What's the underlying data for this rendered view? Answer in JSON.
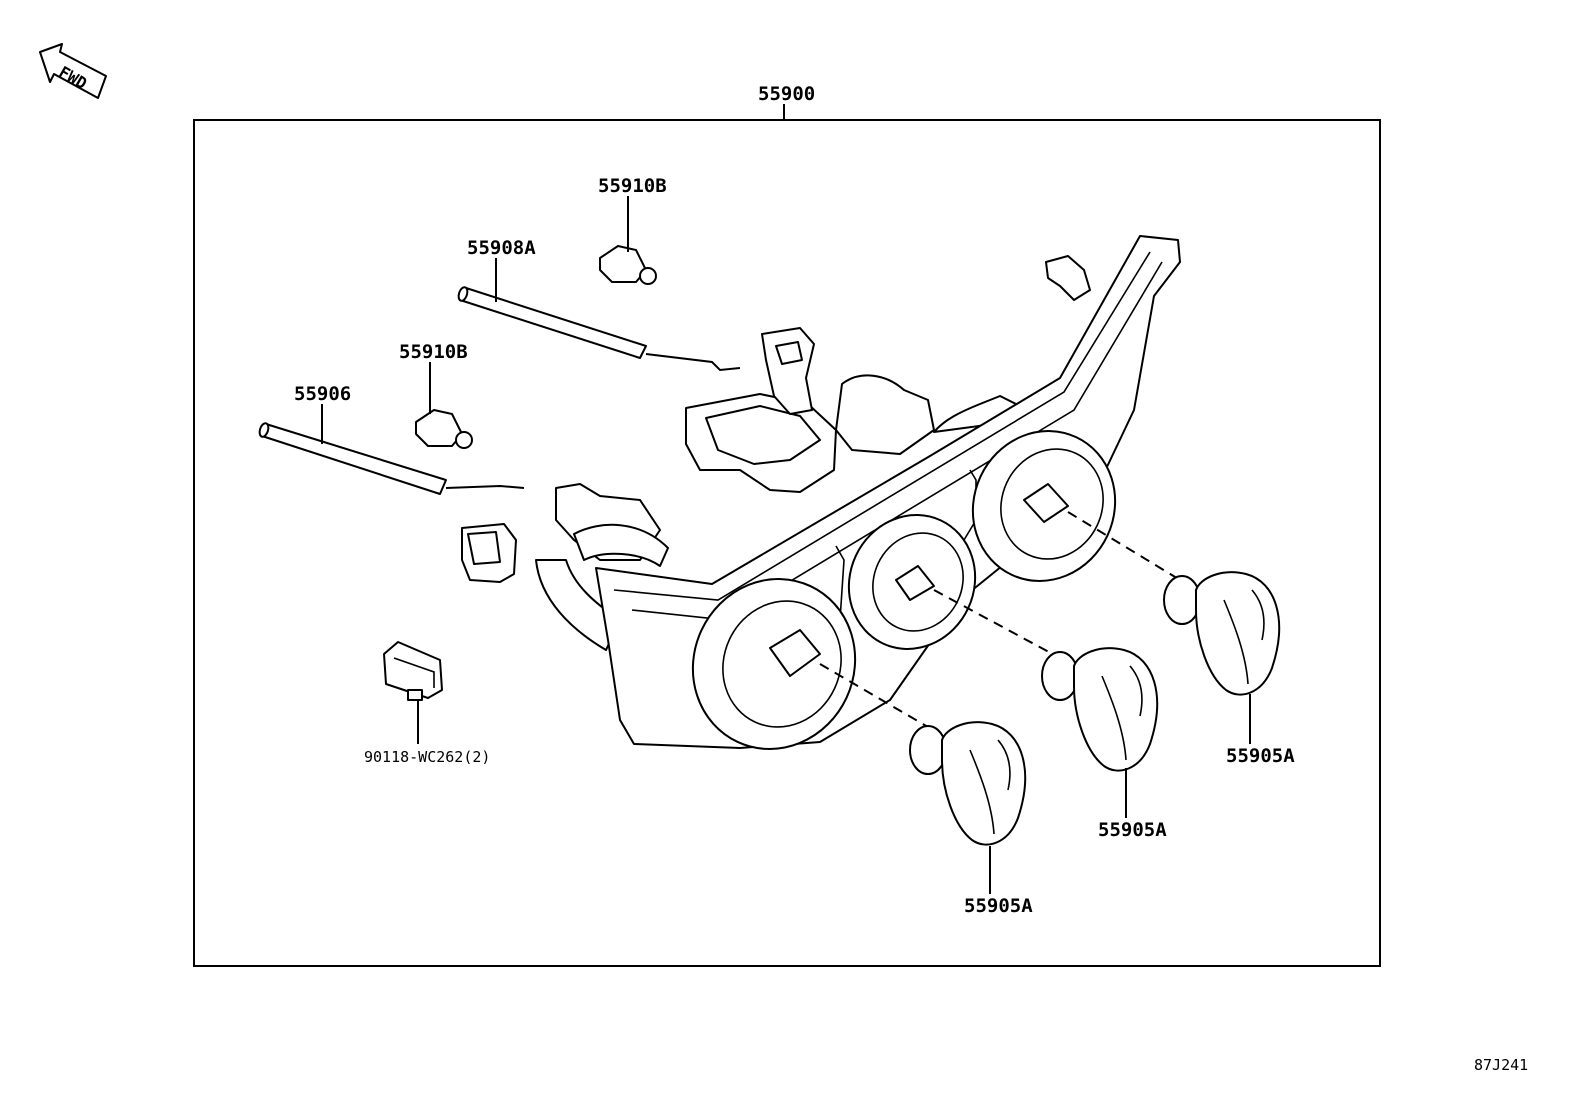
{
  "diagram": {
    "fwd_label": "FWD",
    "assembly_label": "55900",
    "figure_code": "87J241",
    "callouts": {
      "bulb_upper": "55910B",
      "bulb_lower": "55910B",
      "cable_upper": "55908A",
      "cable_lower": "55906",
      "clip": "90118-WC262(2)",
      "knob_right": "55905A",
      "knob_middle": "55905A",
      "knob_left": "55905A"
    }
  }
}
